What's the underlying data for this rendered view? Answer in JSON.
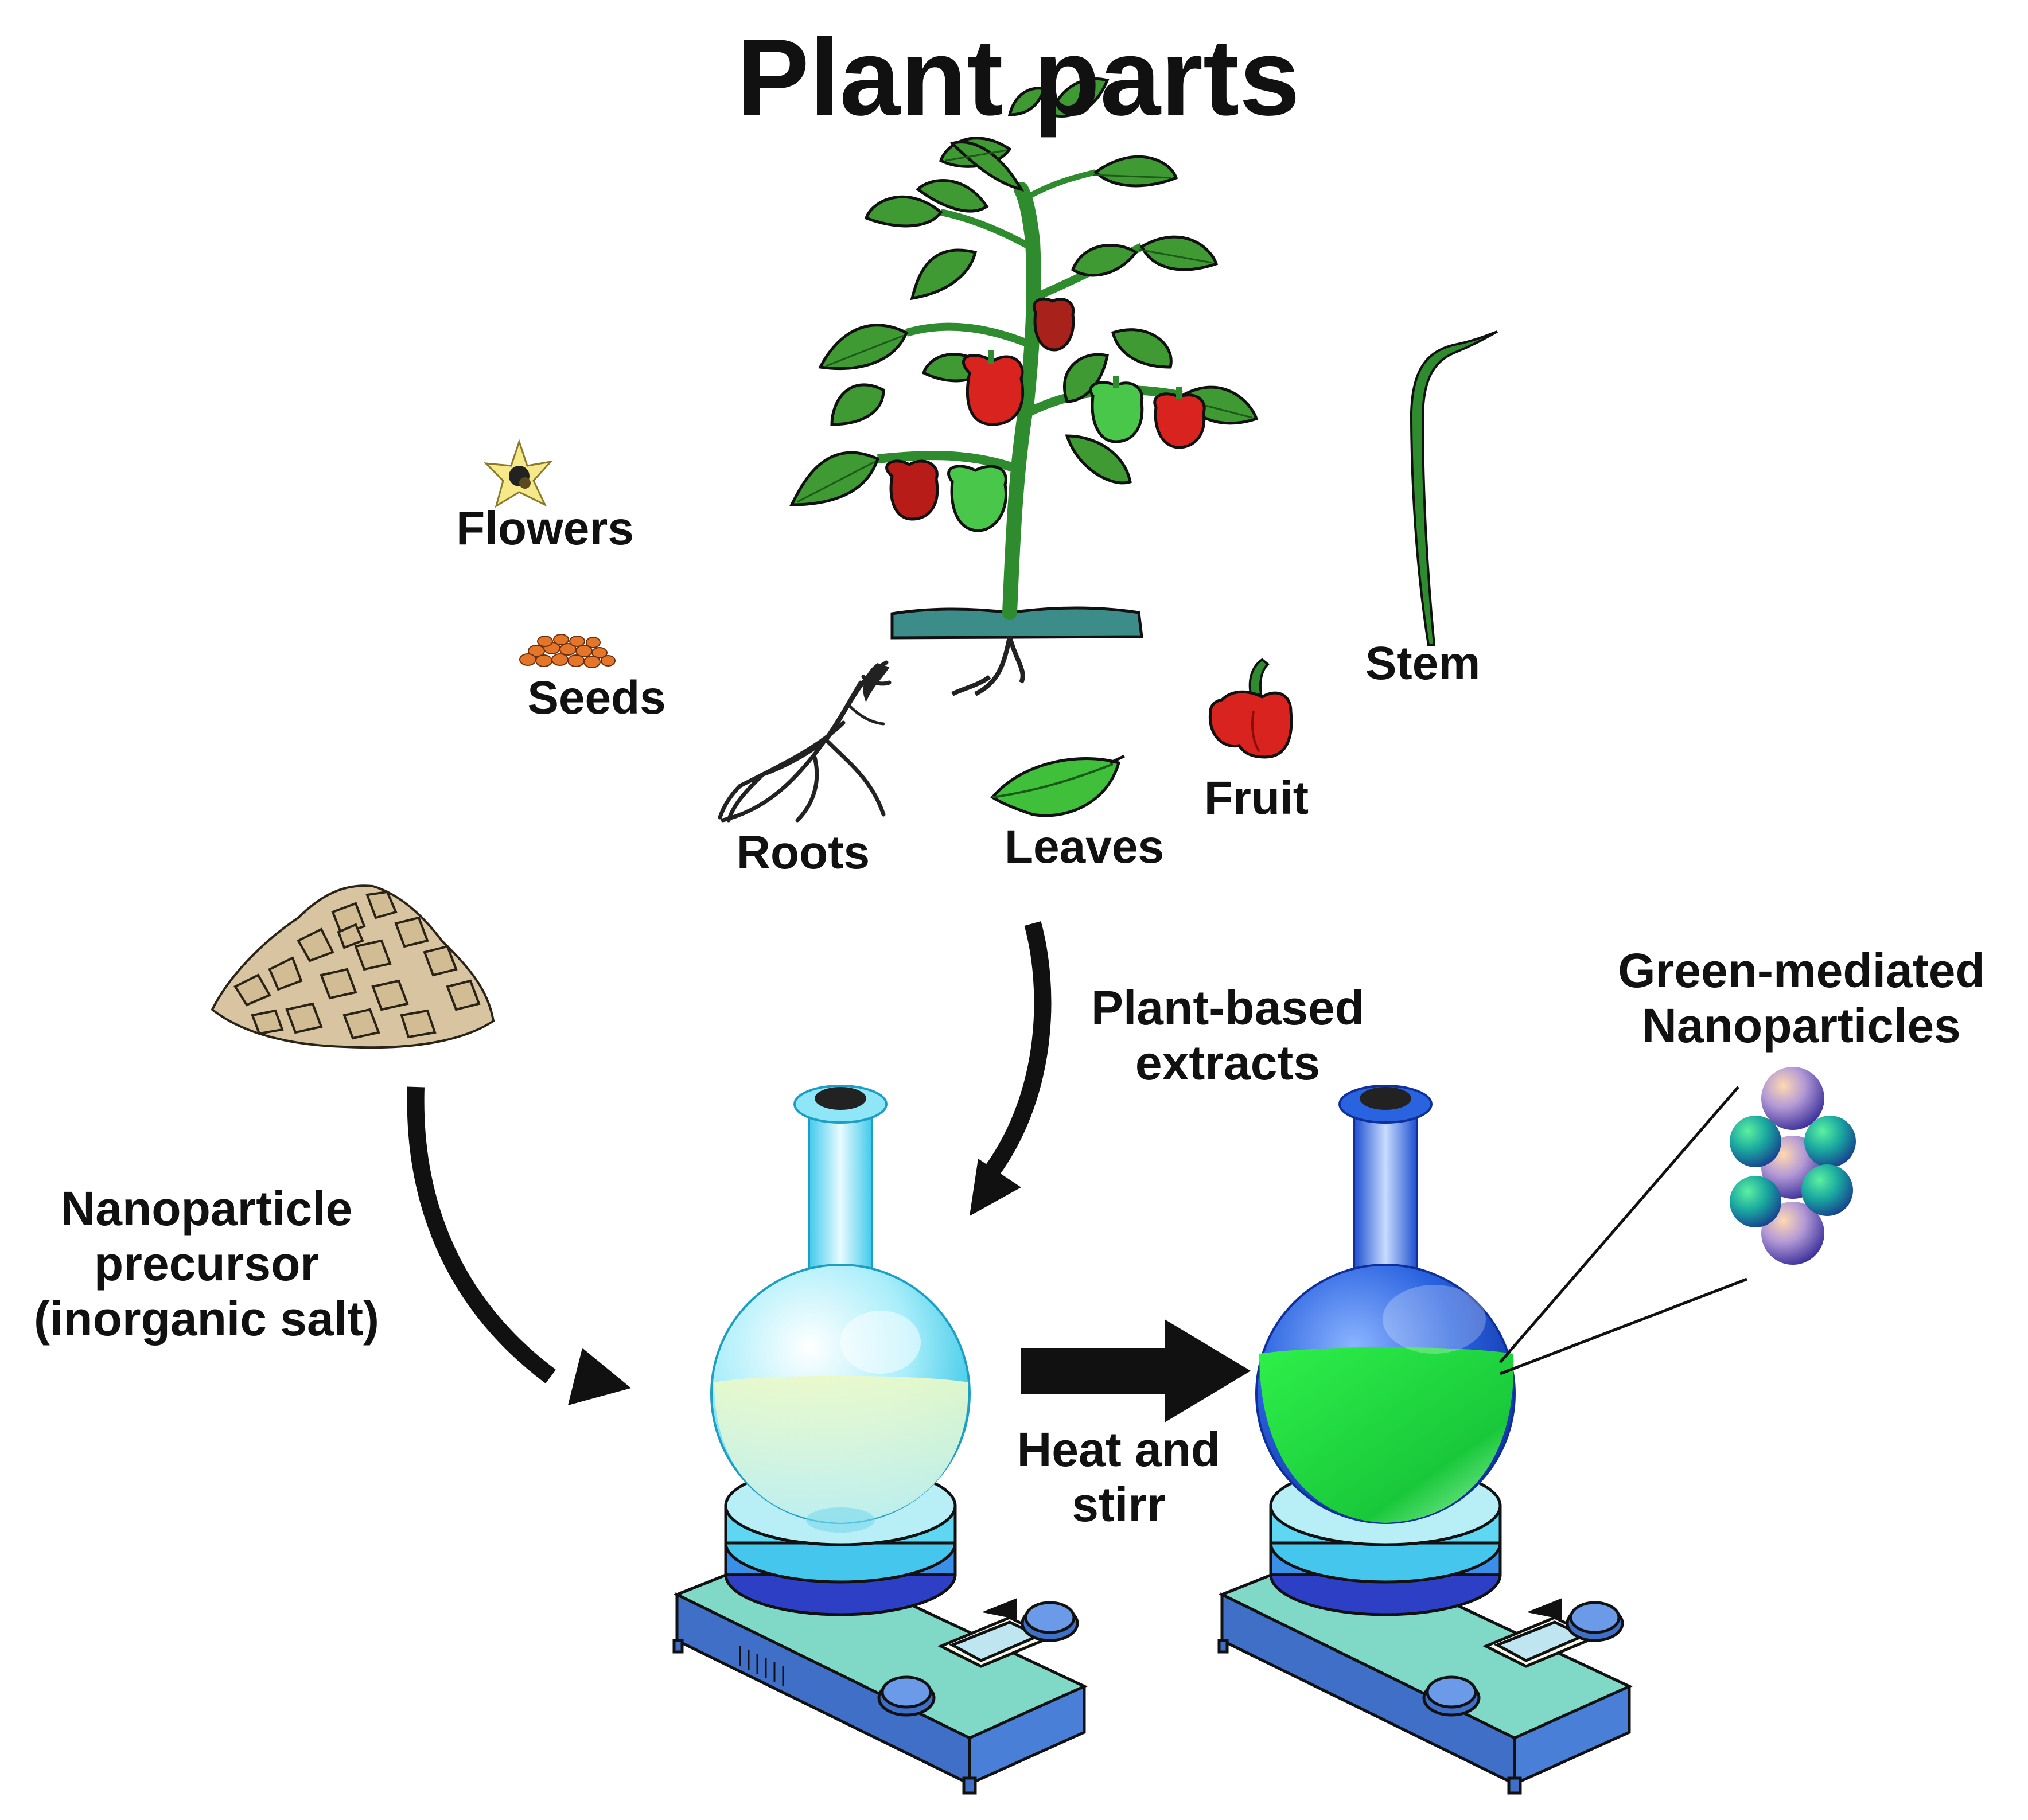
{
  "title": "Plant parts",
  "plant_parts": {
    "flowers": "Flowers",
    "seeds": "Seeds",
    "roots": "Roots",
    "leaves": "Leaves",
    "fruit": "Fruit",
    "stem": "Stem"
  },
  "steps": {
    "extract": {
      "line1": "Plant-based",
      "line2": "extracts"
    },
    "precursor": {
      "line1": "Nanoparticle",
      "line2": "precursor",
      "line3": "(inorganic salt)"
    },
    "process": {
      "line1": "Heat and",
      "line2": "stirr"
    },
    "product": {
      "line1": "Green-mediated",
      "line2": "Nanoparticles"
    }
  },
  "colors": {
    "leaf_green": "#3f9a34",
    "stem_green": "#2e8b2e",
    "pepper_red": "#d9231f",
    "pepper_green": "#49c74a",
    "soil": "#3c8d8a",
    "flask_cyan": "#8fe6f7",
    "flask_blue": "#2a63e0",
    "solution_yellow": "#e9f7c4",
    "solution_green": "#22e23a",
    "stirrer_teal": "#7fd9c6",
    "stirrer_blue": "#4a7fd8",
    "arrow": "#111111",
    "salt": "#d8c4a0",
    "nano_purple": "#9a86c9",
    "nano_teal": "#20b59a"
  },
  "icons": [
    "pepper-plant-icon",
    "flower-icon",
    "seeds-icon",
    "root-icon",
    "leaf-icon",
    "pepper-fruit-icon",
    "stem-icon",
    "salt-pile-icon",
    "flask-icon",
    "stirrer-icon",
    "nanoparticle-cluster-icon"
  ]
}
